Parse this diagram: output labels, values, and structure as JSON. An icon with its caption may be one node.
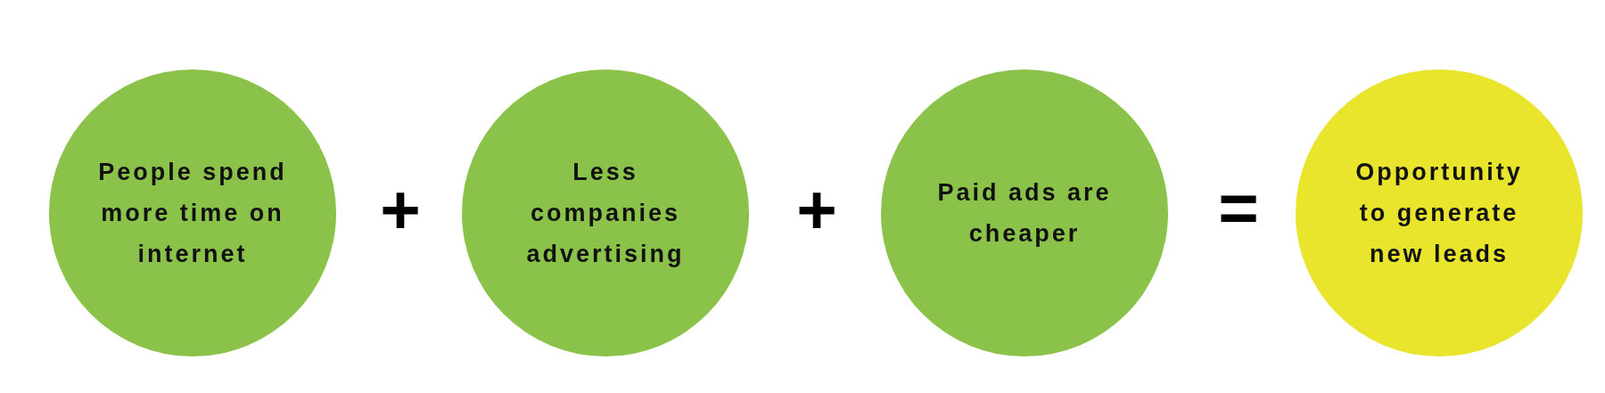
{
  "diagram": {
    "nodes": [
      {
        "text": [
          "People spend more time on internet"
        ]
      },
      {
        "text": [
          "Less companies advertising"
        ]
      },
      {
        "text": [
          "Paid ads are cheaper"
        ]
      },
      {
        "text": [
          "Opportunity to generate new leads"
        ]
      }
    ],
    "labels": [
      "+",
      "+",
      "="
    ]
  }
}
